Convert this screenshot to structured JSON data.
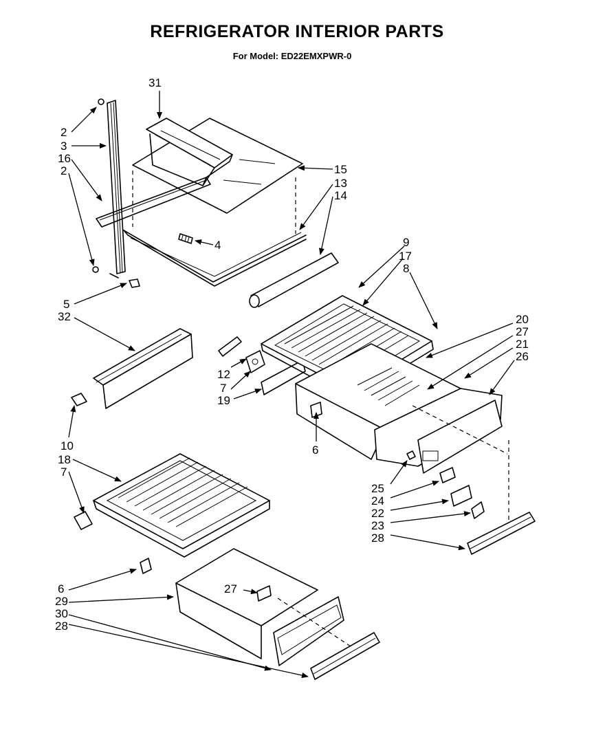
{
  "title": "REFRIGERATOR INTERIOR PARTS",
  "subtitle": "For Model: ED22EMXPWR-0",
  "callouts": [
    "31",
    "2",
    "3",
    "16",
    "2",
    "15",
    "13",
    "14",
    "4",
    "5",
    "32",
    "9",
    "17",
    "8",
    "20",
    "27",
    "21",
    "26",
    "12",
    "7",
    "19",
    "6",
    "10",
    "18",
    "7",
    "25",
    "24",
    "22",
    "23",
    "28",
    "6",
    "29",
    "30",
    "28",
    "27"
  ]
}
